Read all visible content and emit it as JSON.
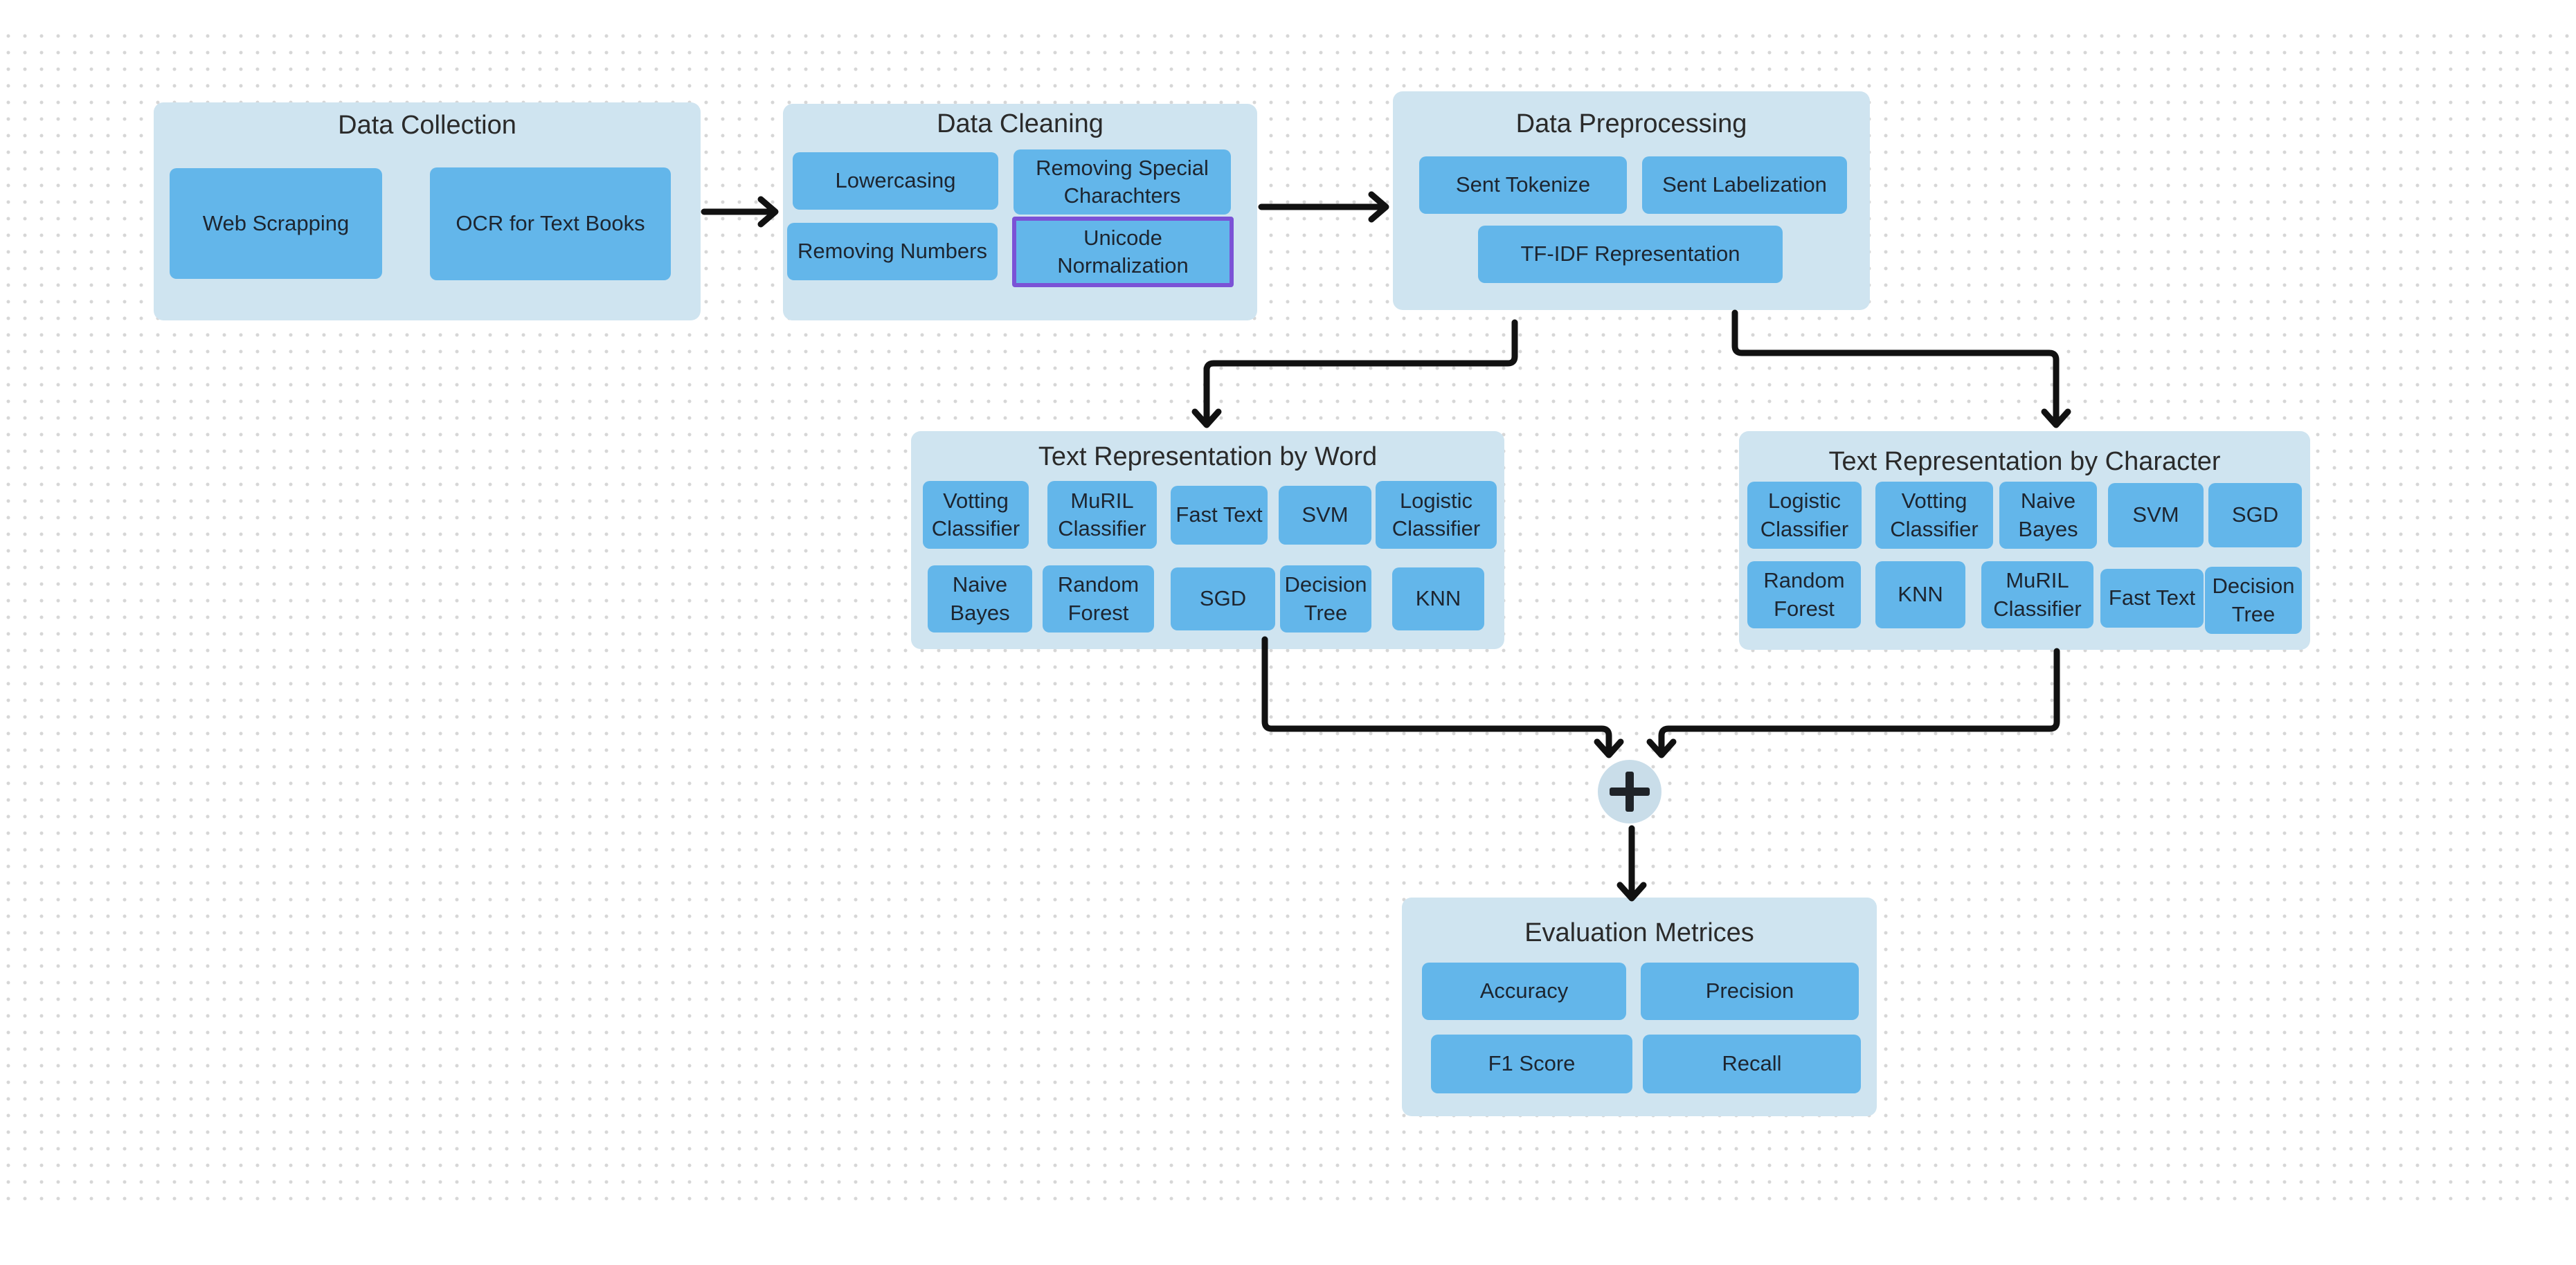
{
  "diagram": {
    "data_collection": {
      "title": "Data Collection",
      "items": [
        "Web Scrapping",
        "OCR for Text Books"
      ]
    },
    "data_cleaning": {
      "title": "Data Cleaning",
      "items": [
        "Lowercasing",
        "Removing Special\nCharachters",
        "Removing Numbers",
        "Unicode\nNormalization"
      ]
    },
    "data_preprocessing": {
      "title": "Data Preprocessing",
      "items": [
        "Sent Tokenize",
        "Sent Labelization",
        "TF-IDF Representation"
      ]
    },
    "word_rep": {
      "title": "Text Representation by Word",
      "items": [
        "Votting\nClassifier",
        "MuRIL\nClassifier",
        "Fast Text",
        "SVM",
        "Logistic\nClassifier",
        "Naive\nBayes",
        "Random\nForest",
        "SGD",
        "Decision\nTree",
        "KNN"
      ]
    },
    "char_rep": {
      "title": "Text Representation by Character",
      "items": [
        "Logistic\nClassifier",
        "Votting\nClassifier",
        "Naive\nBayes",
        "SVM",
        "SGD",
        "Random\nForest",
        "KNN",
        "MuRIL\nClassifier",
        "Fast Text",
        "Decision\nTree"
      ]
    },
    "evaluation": {
      "title": "Evaluation Metrices",
      "items": [
        "Accuracy",
        "Precision",
        "F1 Score",
        "Recall"
      ]
    },
    "combine_symbol": "+"
  },
  "colors": {
    "group_bg": "#cfe4f0",
    "item_bg": "#63b6ea",
    "highlight_border": "#7b52d6",
    "arrow": "#111111"
  }
}
